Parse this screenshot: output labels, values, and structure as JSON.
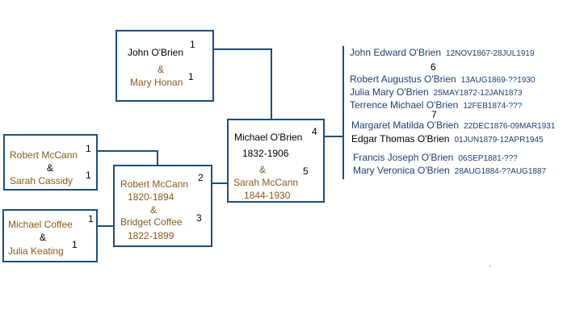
{
  "grandparents_paternal": {
    "husband": "John O'Brien",
    "husband_ref": "1",
    "amp": "&",
    "wife": "Mary Honan",
    "wife_ref": "1"
  },
  "great_grandparents_mccann": {
    "husband": "Robert McCann",
    "husband_ref": "1",
    "amp": "&",
    "wife": "Sarah Cassidy",
    "wife_ref": "1"
  },
  "great_grandparents_coffee": {
    "husband": "Michael Coffee",
    "husband_ref": "1",
    "amp": "&",
    "wife": "Julia Keating",
    "wife_ref": "1"
  },
  "grandparents_maternal": {
    "husband": "Robert McCann",
    "husband_ref": "2",
    "husband_dates": "1820-1894",
    "amp": "&",
    "wife": "Bridget Coffee",
    "wife_ref": "3",
    "wife_dates": "1822-1899"
  },
  "main_couple": {
    "husband": "Michael O'Brien",
    "husband_ref": "4",
    "husband_dates": "1832-1906",
    "amp": "&",
    "wife": "Sarah McCann",
    "wife_ref": "5",
    "wife_dates": "1844-1930"
  },
  "children": [
    {
      "name": "John Edward O'Brien",
      "dates": "12NOV1867-28JUL1919"
    },
    {
      "name": "Robert Augustus O'Brien",
      "dates": "13AUG1869-??1930",
      "ref": "6"
    },
    {
      "name": "Julia Mary O'Brien",
      "dates": "25MAY1872-12JAN1873"
    },
    {
      "name": "Terrence Michael O'Brien",
      "dates": "12FEB1874-???"
    },
    {
      "name": "Margaret Matilda O'Brien",
      "dates": "22DEC1876-09MAR1931",
      "ref": "7"
    },
    {
      "name": "Edgar Thomas O'Brien",
      "dates": "01JUN1879-12APR1945"
    },
    {
      "name": "Francis Joseph O'Brien",
      "dates": "06SEP1881-???"
    },
    {
      "name": "Mary Veronica O'Brien",
      "dates": "28AUG1884-??AUG1887"
    }
  ]
}
